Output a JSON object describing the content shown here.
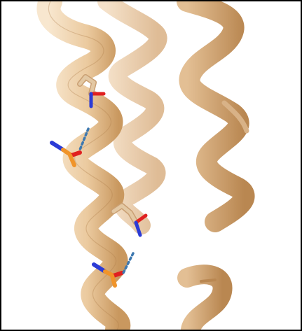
{
  "figure": {
    "background_color": "#ffffff",
    "border_color": "#000000",
    "ribbon_colors": {
      "light": "#f7e3c8",
      "mid": "#e9c49b",
      "dark": "#c9985f",
      "edge": "#b07f4a"
    },
    "atom_colors": {
      "carbon": "#e0c39e",
      "oxygen": "#e02020",
      "nitrogen": "#2b3bd6",
      "phosphorus": "#f0942a"
    },
    "hbond_color": "#3d78b0",
    "objects": [
      "helix-left",
      "helix-middle",
      "helix-right-top",
      "helix-right-bottom",
      "side-chain-upper",
      "side-chain-lower",
      "ligand-upper",
      "ligand-lower",
      "hbond-upper",
      "hbond-lower"
    ]
  }
}
